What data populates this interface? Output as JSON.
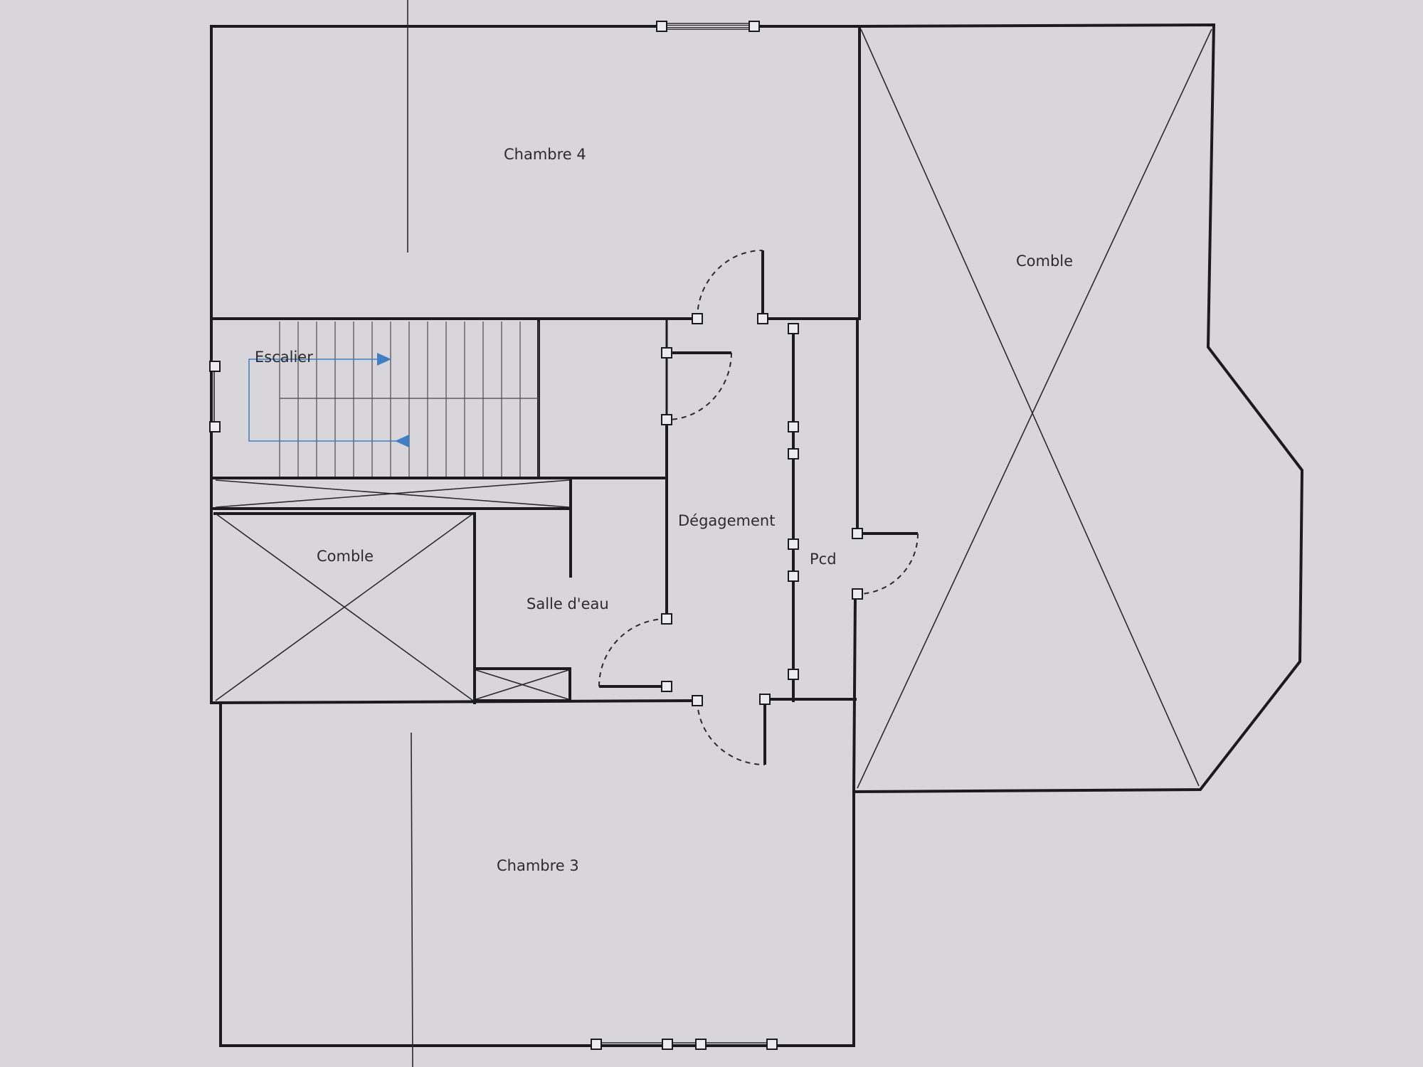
{
  "rooms": {
    "chambre4": "Chambre 4",
    "comble_right": "Comble",
    "escalier": "Escalier",
    "degagement": "Dégagement",
    "pcd": "Pcd",
    "comble_left": "Comble",
    "salle_eau": "Salle d'eau",
    "chambre3": "Chambre 3"
  },
  "colors": {
    "background": "#d8d6db",
    "wall": "#1b1b1f",
    "arrow": "#3f7fc4"
  }
}
